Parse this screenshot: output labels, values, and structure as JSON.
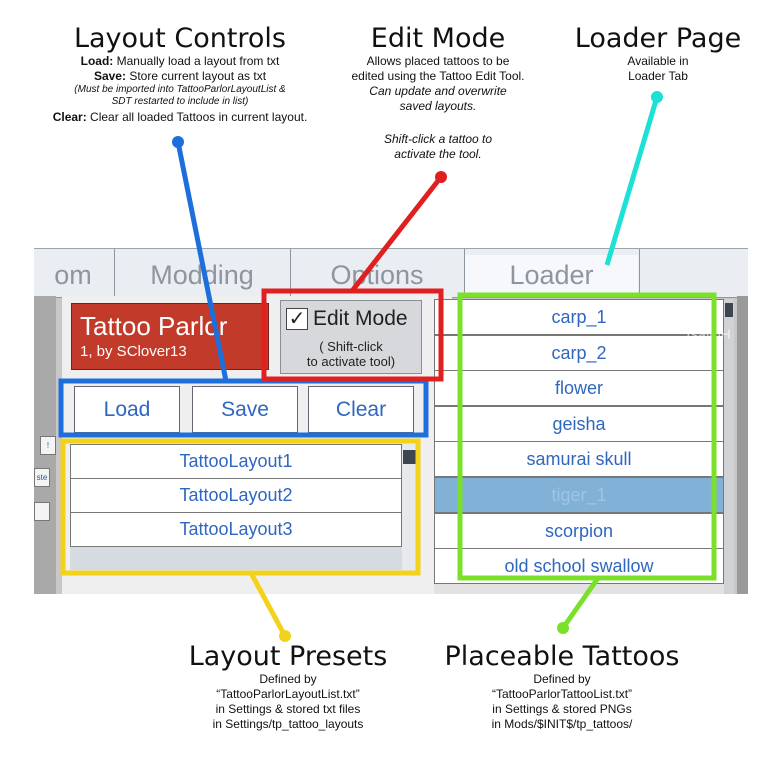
{
  "annotations": {
    "layout_controls": {
      "heading": "Layout Controls",
      "load_term": "Load:",
      "load_desc": " Manually load a layout from txt",
      "save_term": "Save:",
      "save_desc": " Store current layout as txt",
      "note_line1": "(Must be imported into TattooParlorLayoutList &",
      "note_line2": "SDT restarted to include in list)",
      "clear_term": "Clear:",
      "clear_desc": " Clear all loaded Tattoos in current layout."
    },
    "edit_mode": {
      "heading": "Edit Mode",
      "line1": "Allows placed tattoos to be",
      "line2": "edited using the Tattoo Edit Tool.",
      "line3": "Can update and overwrite",
      "line4": "saved layouts.",
      "line5": "Shift-click a tattoo to",
      "line6": "activate the tool."
    },
    "loader_page": {
      "heading": "Loader Page",
      "line1": "Available in",
      "line2": "Loader Tab"
    },
    "layout_presets": {
      "heading": "Layout Presets",
      "line1": "Defined by",
      "line2": "“TattooParlorLayoutList.txt”",
      "line3": "in Settings & stored txt files",
      "line4": "in Settings/tp_tattoo_layouts"
    },
    "placeable_tattoos": {
      "heading": "Placeable Tattoos",
      "line1": "Defined by",
      "line2": "“TattooParlorTattooList.txt”",
      "line3": "in Settings & stored PNGs",
      "line4": "in Mods/$INIT$/tp_tattoos/"
    },
    "colors": {
      "layout_controls": "#1e6fdc",
      "edit_mode": "#e02020",
      "loader_page": "#1de0d6",
      "layout_presets": "#f2d21a",
      "placeable_tattoos": "#7be02a"
    }
  },
  "ui": {
    "tabs": [
      "om",
      "Modding",
      "Options",
      "Loader"
    ],
    "strip_labels": [
      "!",
      "ste"
    ],
    "ghost_text": "TsavoH",
    "title": {
      "name": "Tattoo Parlor",
      "sub": "1, by SClover13"
    },
    "edit_mode": {
      "checked_glyph": "✓",
      "label": "Edit Mode",
      "hint_line1": "( Shift-click",
      "hint_line2": "to activate tool)"
    },
    "buttons": {
      "load": "Load",
      "save": "Save",
      "clear": "Clear"
    },
    "presets": [
      "TattooLayout1",
      "TattooLayout2",
      "TattooLayout3"
    ],
    "tattoos": [
      "carp_1",
      "carp_2",
      "flower",
      "geisha",
      "samurai skull",
      "tiger_1",
      "scorpion",
      "old school swallow"
    ],
    "selected_tattoo": "tiger_1"
  }
}
